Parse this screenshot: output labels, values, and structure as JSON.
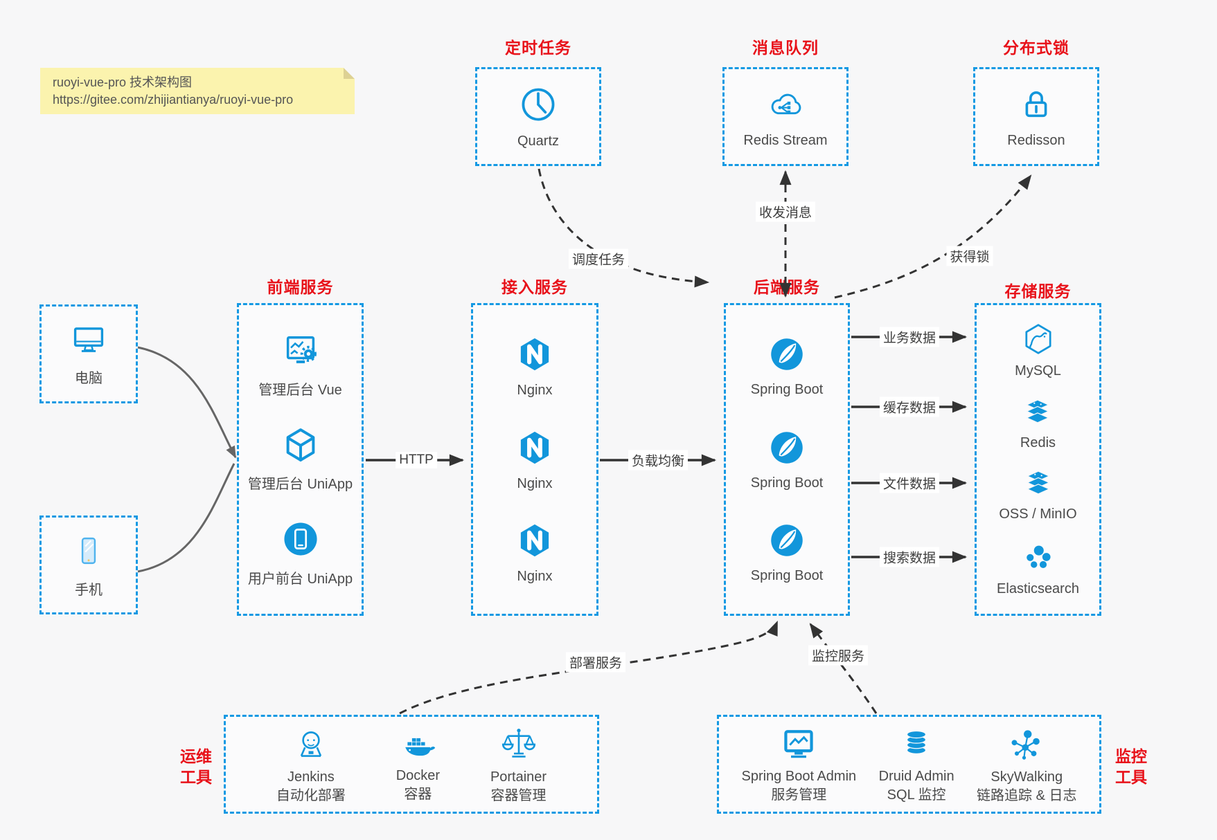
{
  "colors": {
    "accent_blue": "#1296db",
    "box_border_blue": "#1499e3",
    "title_red": "#e8121a",
    "arrow_dark": "#333333",
    "client_curve_gray": "#666666",
    "note_bg": "#fbf3ae",
    "page_bg": "#f7f7f8"
  },
  "note": {
    "line1": "ruoyi-vue-pro 技术架构图",
    "line2": "https://gitee.com/zhijiantianya/ruoyi-vue-pro"
  },
  "top_groups": [
    {
      "title": "定时任务",
      "item": {
        "label": "Quartz",
        "icon": "clock-icon"
      }
    },
    {
      "title": "消息队列",
      "item": {
        "label": "Redis Stream",
        "icon": "cloud-stream-icon"
      }
    },
    {
      "title": "分布式锁",
      "item": {
        "label": "Redisson",
        "icon": "lock-icon"
      }
    }
  ],
  "clients": [
    {
      "label": "电脑",
      "icon": "desktop-icon"
    },
    {
      "label": "手机",
      "icon": "phone-icon"
    }
  ],
  "columns": [
    {
      "title": "前端服务",
      "items": [
        {
          "label": "管理后台 Vue",
          "icon": "admin-screen-gear-icon"
        },
        {
          "label": "管理后台 UniApp",
          "icon": "uniapp-cube-icon"
        },
        {
          "label": "用户前台 UniApp",
          "icon": "mobile-app-circle-icon"
        }
      ]
    },
    {
      "title": "接入服务",
      "items": [
        {
          "label": "Nginx",
          "icon": "nginx-icon"
        },
        {
          "label": "Nginx",
          "icon": "nginx-icon"
        },
        {
          "label": "Nginx",
          "icon": "nginx-icon"
        }
      ]
    },
    {
      "title": "后端服务",
      "items": [
        {
          "label": "Spring Boot",
          "icon": "spring-icon"
        },
        {
          "label": "Spring Boot",
          "icon": "spring-icon"
        },
        {
          "label": "Spring Boot",
          "icon": "spring-icon"
        }
      ]
    },
    {
      "title": "存储服务",
      "items": [
        {
          "label": "MySQL",
          "icon": "mysql-icon"
        },
        {
          "label": "Redis",
          "icon": "redis-stack-icon"
        },
        {
          "label": "OSS / MinIO",
          "icon": "oss-stack-icon"
        },
        {
          "label": "Elasticsearch",
          "icon": "elasticsearch-icon"
        }
      ]
    }
  ],
  "edges": {
    "http": "HTTP",
    "load_balance": "负载均衡",
    "business": "业务数据",
    "cache": "缓存数据",
    "file": "文件数据",
    "search": "搜索数据",
    "schedule": "调度任务",
    "message": "收发消息",
    "lock": "获得锁",
    "deploy": "部署服务",
    "monitor": "监控服务"
  },
  "bottom_groups": [
    {
      "title_line1": "运维",
      "title_line2": "工具",
      "items": [
        {
          "name": "Jenkins",
          "desc": "自动化部署",
          "icon": "jenkins-icon"
        },
        {
          "name": "Docker",
          "desc": "容器",
          "icon": "docker-icon"
        },
        {
          "name": "Portainer",
          "desc": "容器管理",
          "icon": "scales-icon"
        }
      ]
    },
    {
      "title_line1": "监控",
      "title_line2": "工具",
      "items": [
        {
          "name": "Spring Boot Admin",
          "desc": "服务管理",
          "icon": "monitor-chart-icon"
        },
        {
          "name": "Druid Admin",
          "desc": "SQL 监控",
          "icon": "database-icon"
        },
        {
          "name": "SkyWalking",
          "desc": "链路追踪 & 日志",
          "icon": "node-cluster-icon"
        }
      ]
    }
  ]
}
